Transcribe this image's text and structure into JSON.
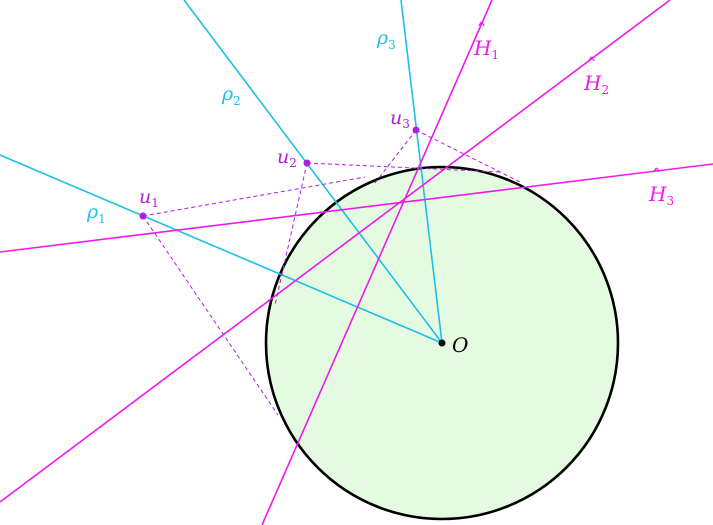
{
  "colors": {
    "ray": "#1cc0e8",
    "hyperplane": "#ee1aec",
    "point": "#b11ee0",
    "dashed": "#b11ee0",
    "disk_fill": "#e5fbe1",
    "disk_stroke": "#000000",
    "origin": "#000000"
  },
  "labels": {
    "origin": "O",
    "rho": "ρ",
    "u": "u",
    "H": "H",
    "hat": "ˆ",
    "idx1": "1",
    "idx2": "2",
    "idx3": "3"
  }
}
